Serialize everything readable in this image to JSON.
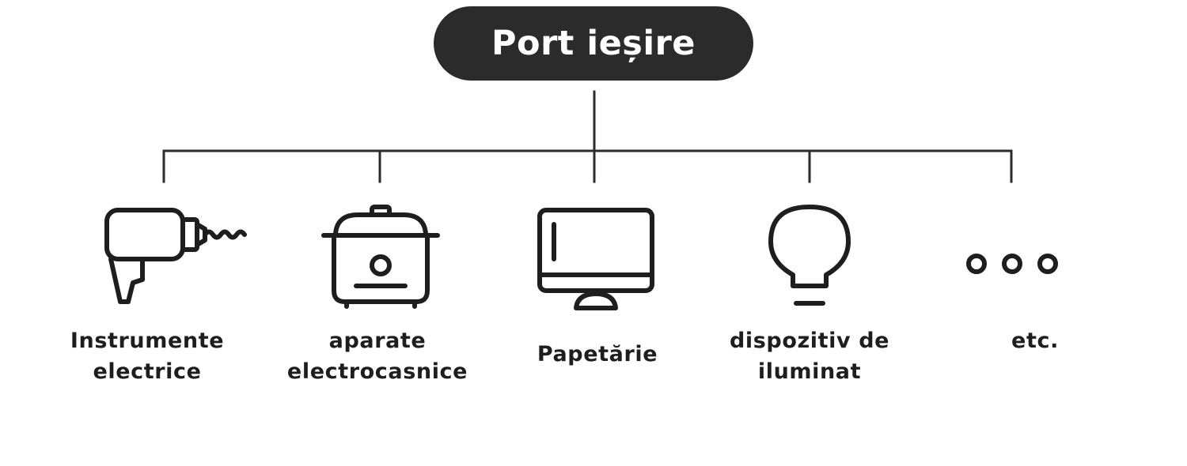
{
  "title": "Port ieșire",
  "nodes": [
    {
      "icon": "power-drill-icon",
      "label_lines": [
        "Instrumente",
        "electrice"
      ]
    },
    {
      "icon": "rice-cooker-icon",
      "label_lines": [
        "aparate",
        "electrocasnice"
      ]
    },
    {
      "icon": "computer-monitor-icon",
      "label_lines": [
        "Papetărie"
      ]
    },
    {
      "icon": "light-bulb-icon",
      "label_lines": [
        "dispozitiv de",
        "iluminat"
      ]
    },
    {
      "icon": "ellipsis-icon",
      "label_lines": [
        "etc."
      ]
    }
  ],
  "colors": {
    "pill": "#2b2b2b",
    "pill_text": "#ffffff",
    "line": "#2b2b2b",
    "text": "#1e1e1e"
  }
}
